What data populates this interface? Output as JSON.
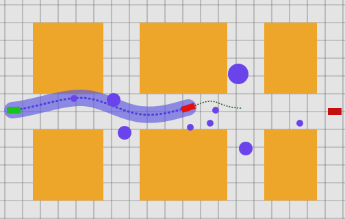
{
  "colors": {
    "background": "#e4e4e4",
    "grid_line": "#5a5a5a",
    "building": "#eda62a",
    "obstacle": "#6a44ea",
    "swept_path": "#5a57df",
    "path_dots": "#4e3be0",
    "start_marker": "#19c31e",
    "ego_vehicle": "#e31010",
    "goal_marker": "#c50f0f",
    "predicted_trajectory": "#14651a"
  },
  "icons": {
    "start": "green-start-rectangle",
    "ego": "red-vehicle-rectangle",
    "goal": "red-goal-rectangle",
    "obstacle": "purple-circle"
  }
}
